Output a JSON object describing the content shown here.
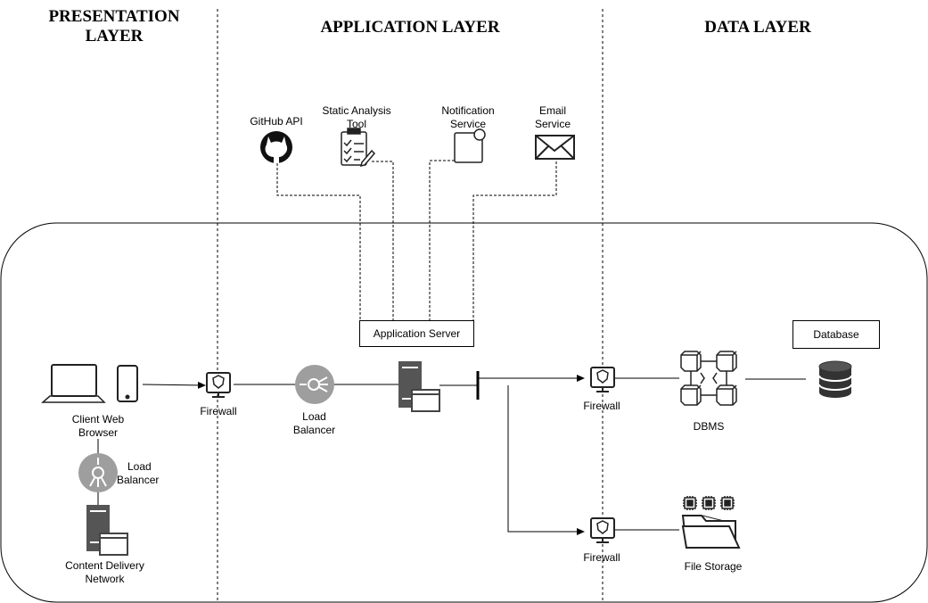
{
  "headers": {
    "presentation": [
      "PRESENTATION",
      "LAYER"
    ],
    "application": "APPLICATION LAYER",
    "data": "DATA LAYER"
  },
  "external_services": {
    "github": "GitHub API",
    "static_analysis": [
      "Static Analysis",
      "Tool"
    ],
    "notification": [
      "Notification",
      "Service"
    ],
    "email": [
      "Email",
      "Service"
    ]
  },
  "nodes": {
    "client": [
      "Client Web",
      "Browser"
    ],
    "presentation_lb": [
      "Load",
      "Balancer"
    ],
    "cdn": [
      "Content Delivery",
      "Network"
    ],
    "firewall_main": "Firewall",
    "app_lb": [
      "Load",
      "Balancer"
    ],
    "app_server": "Application Server",
    "firewall_db": "Firewall",
    "firewall_storage": "Firewall",
    "dbms": "DBMS",
    "database": "Database",
    "file_storage": "File Storage"
  },
  "icons": {
    "laptop": "laptop-icon",
    "phone": "smartphone-icon",
    "firewall": "firewall-shield-icon",
    "load_balancer": "load-balancer-icon",
    "server": "server-icon",
    "github": "github-icon",
    "checklist": "checklist-icon",
    "notification": "notification-icon",
    "email": "envelope-icon",
    "dbms": "dbms-cluster-icon",
    "database": "database-cylinder-icon",
    "folder": "folder-icon",
    "chip": "chip-icon"
  },
  "colors": {
    "line": "#000000",
    "lb_fill": "#9e9e9e",
    "server_fill": "#555555",
    "icon_dark": "#222222"
  }
}
